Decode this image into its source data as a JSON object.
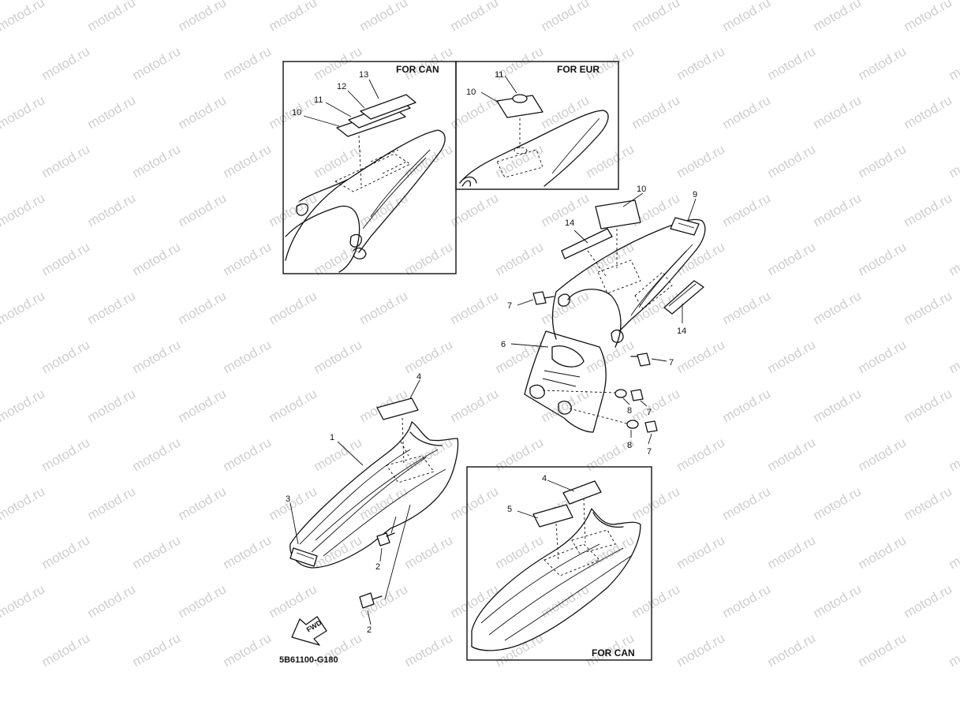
{
  "watermark": "motod.ru",
  "diagram_code": "5B61100-G180",
  "fwd_label": "FWD",
  "insets": {
    "top_left_caption": "FOR CAN",
    "top_right_caption": "FOR EUR",
    "bottom_right_caption": "FOR CAN"
  },
  "callouts": {
    "c13": "13",
    "c12": "12",
    "c11a": "11",
    "c10a": "10",
    "c11b": "11",
    "c10b": "10",
    "c10c": "10",
    "c9": "9",
    "c14a": "14",
    "c14b": "14",
    "c7a": "7",
    "c6": "6",
    "c7b": "7",
    "c8a": "8",
    "c7c": "7",
    "c8b": "8",
    "c7d": "7",
    "c4a": "4",
    "c1": "1",
    "c3": "3",
    "c2a": "2",
    "c2b": "2",
    "c4b": "4",
    "c5": "5"
  }
}
